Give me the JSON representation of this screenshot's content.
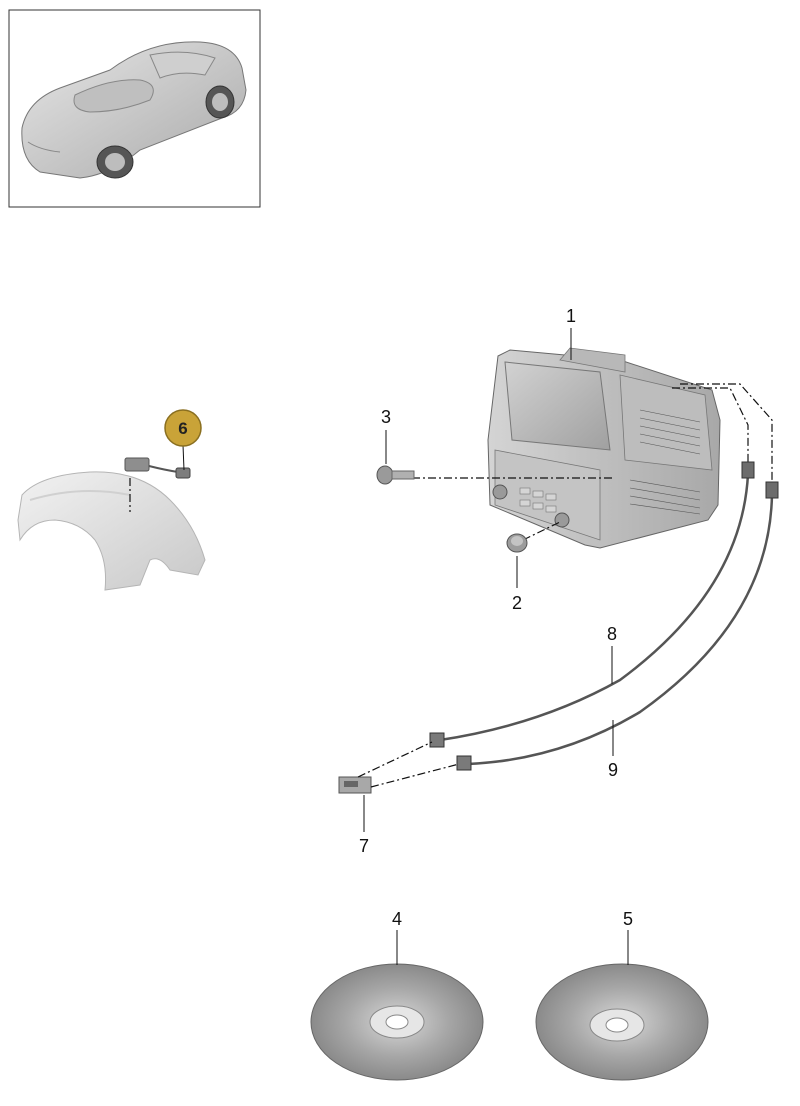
{
  "callouts": {
    "p1": "1",
    "p2": "2",
    "p3": "3",
    "p4": "4",
    "p5": "5",
    "p6": "6",
    "p7": "7",
    "p8": "8",
    "p9": "9"
  },
  "colors": {
    "highlight_badge": "#c9a338",
    "part_gray": "#9a9a9a",
    "line": "#111111"
  },
  "icons": {
    "thumbnail": "car-thumbnail",
    "head_unit": "head-unit",
    "screw": "screw",
    "knob": "knob",
    "disc": "disc",
    "mic": "microphone",
    "trim": "steering-column-trim",
    "connector": "usb-connector"
  }
}
